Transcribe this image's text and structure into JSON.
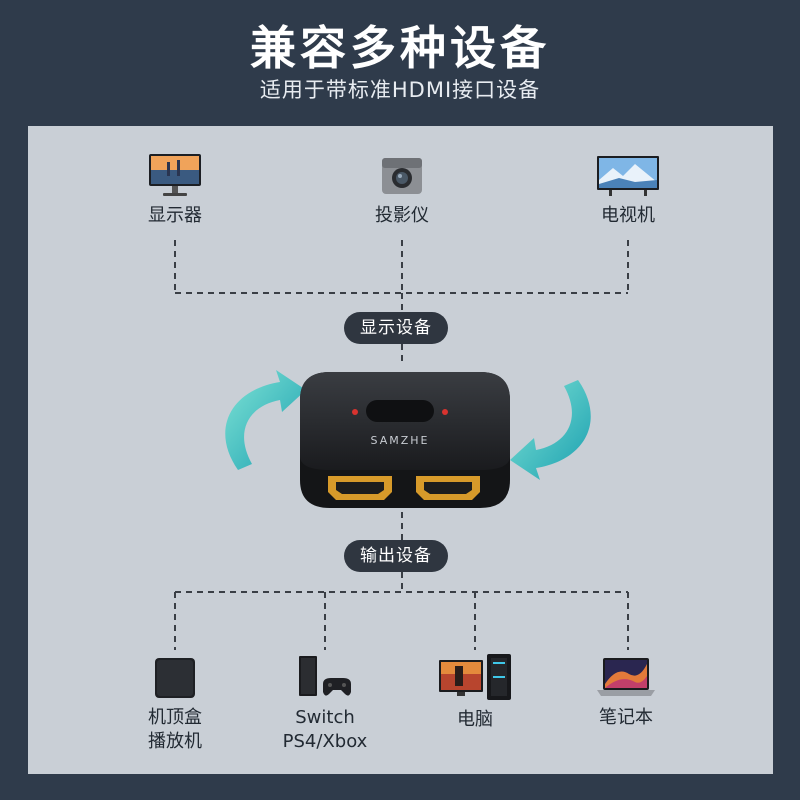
{
  "header": {
    "title": "兼容多种设备",
    "subtitle": "适用于带标准HDMI接口设备"
  },
  "display_devices": {
    "label": "显示设备",
    "items": [
      {
        "label": "显示器",
        "icon": "monitor-icon"
      },
      {
        "label": "投影仪",
        "icon": "projector-icon"
      },
      {
        "label": "电视机",
        "icon": "tv-icon"
      }
    ]
  },
  "output_devices": {
    "label": "输出设备",
    "items": [
      {
        "label": "机顶盒\n播放机",
        "icon": "set-top-box-icon"
      },
      {
        "label": "Switch\nPS4/Xbox",
        "icon": "game-console-icon"
      },
      {
        "label": "电脑",
        "icon": "desktop-pc-icon"
      },
      {
        "label": "笔记本",
        "icon": "laptop-icon"
      }
    ]
  },
  "switch_device": {
    "brand_text": "SAMZHE",
    "accent_color": "#3ec7c0",
    "port_color": "#d79a2a"
  }
}
